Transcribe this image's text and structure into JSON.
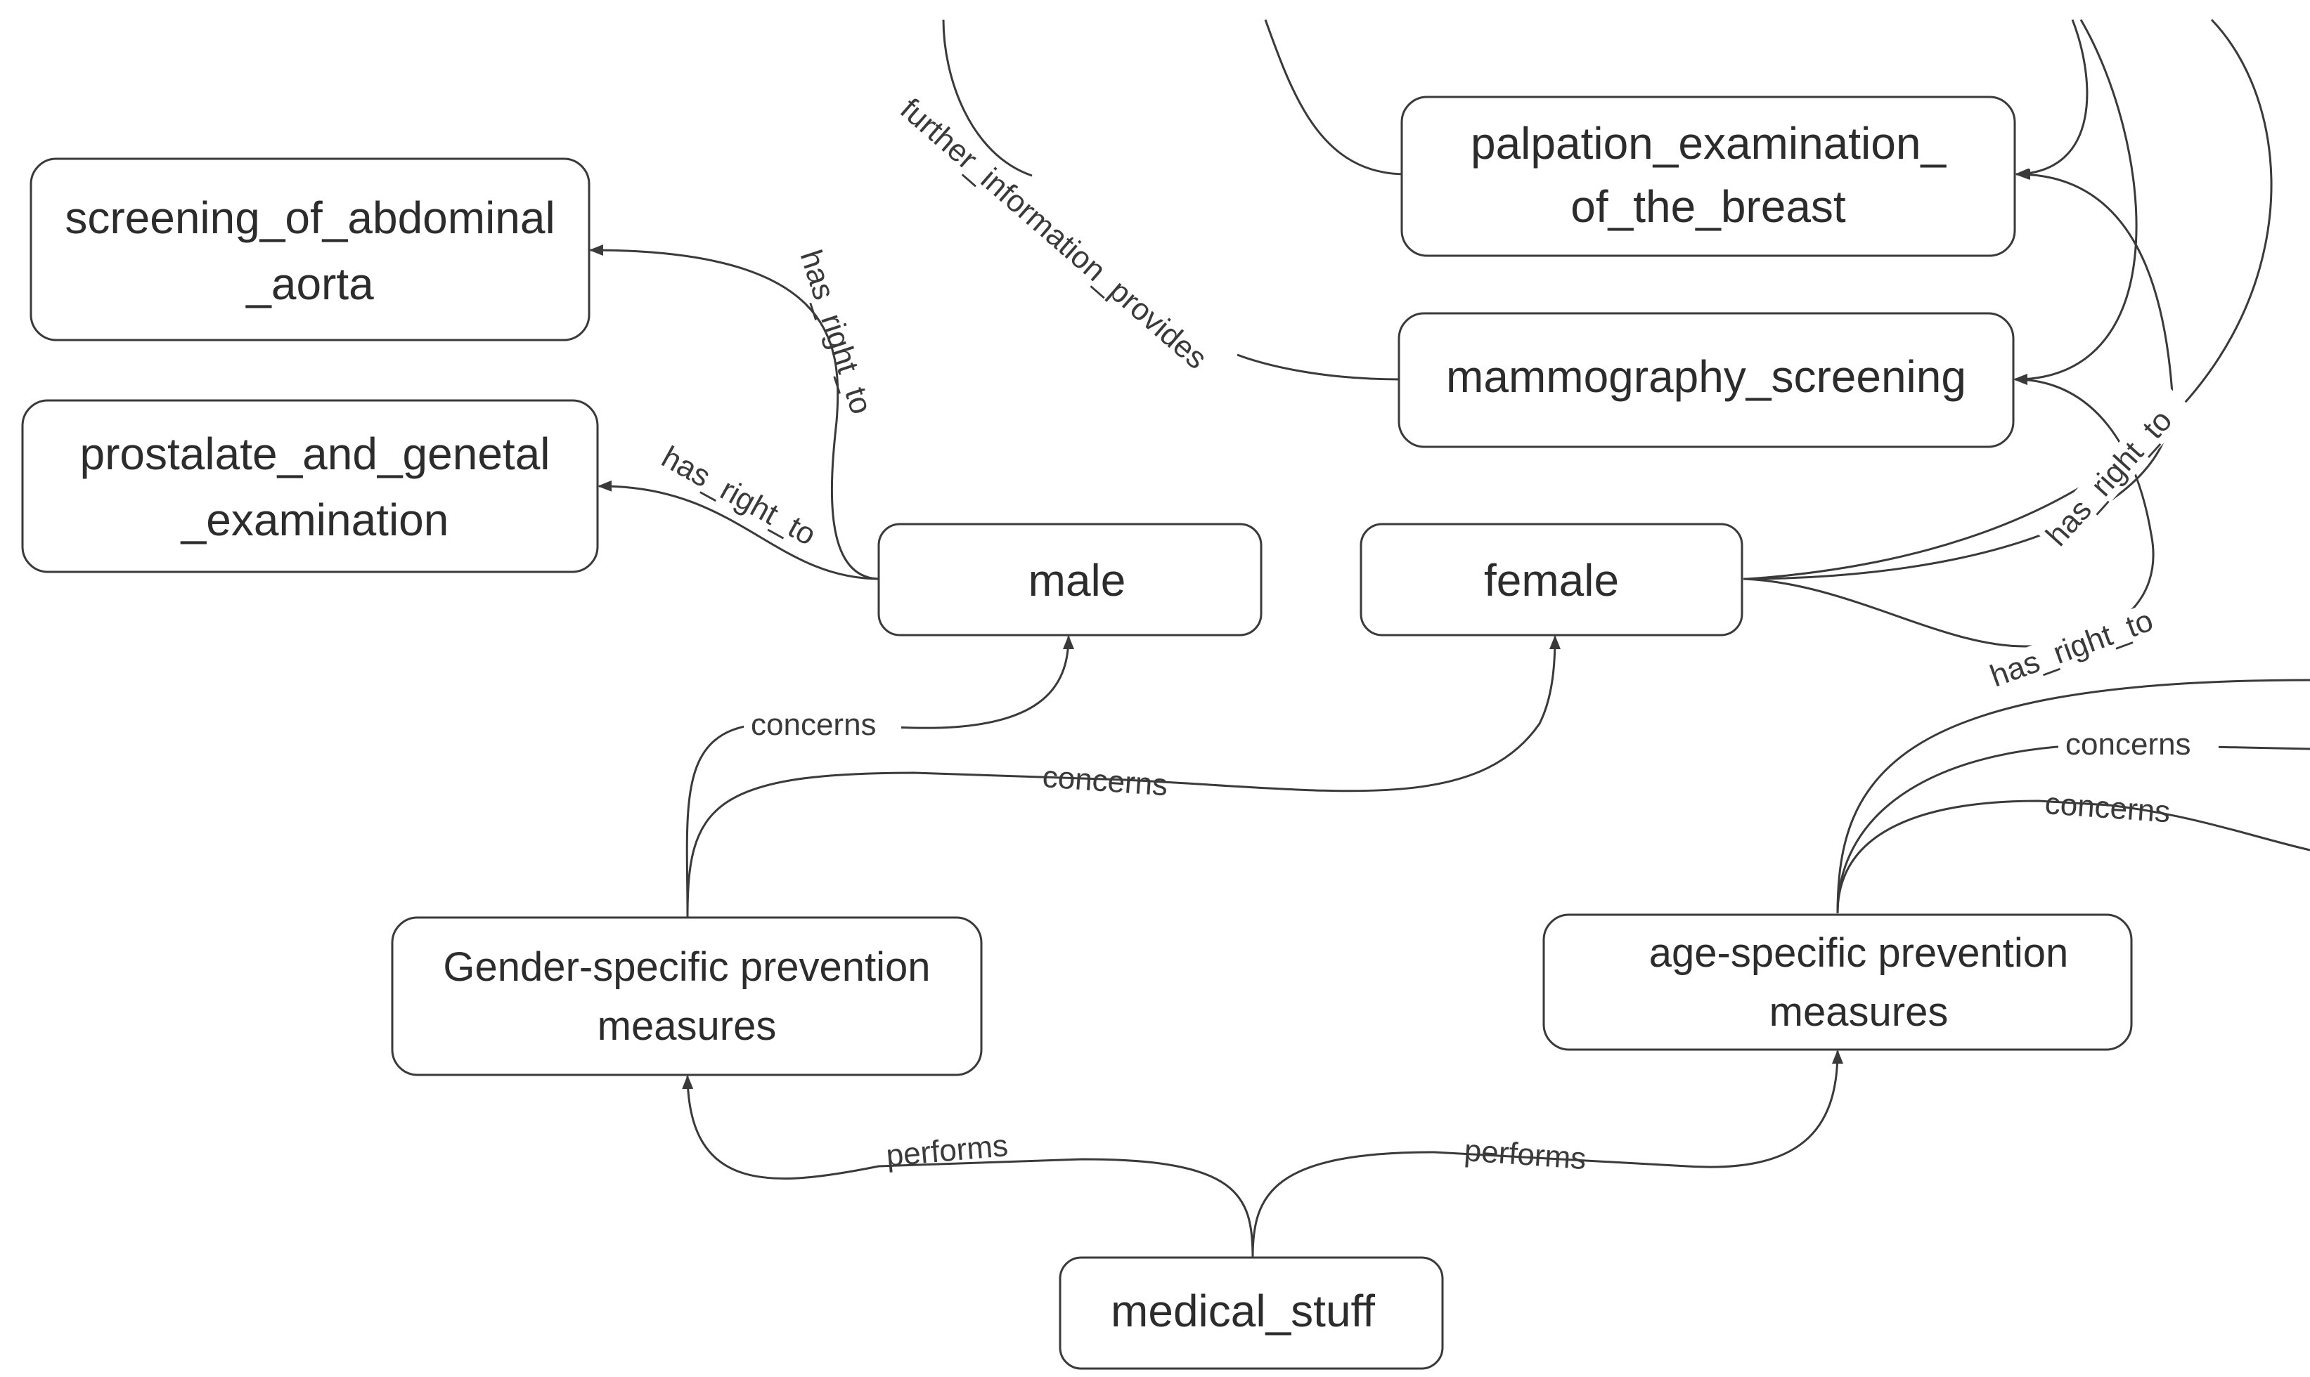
{
  "nodes": {
    "screening_aorta": {
      "lines": [
        "screening_of_abdominal",
        "_aorta"
      ]
    },
    "prostalate_exam": {
      "lines": [
        "prostalate_and_genetal",
        "_examination"
      ]
    },
    "palpation_breast": {
      "lines": [
        "palpation_examination_",
        "of_the_breast"
      ]
    },
    "mammography": {
      "lines": [
        "mammography_screening"
      ]
    },
    "male": {
      "lines": [
        "male"
      ]
    },
    "female": {
      "lines": [
        "female"
      ]
    },
    "gender_prevention": {
      "lines": [
        "Gender-specific prevention",
        "measures"
      ]
    },
    "age_prevention": {
      "lines": [
        "age-specific prevention",
        "measures"
      ]
    },
    "medical_stuff": {
      "lines": [
        "medical_stuff"
      ]
    }
  },
  "edge_labels": {
    "male_aorta": "has_right_to",
    "male_prostalate": "has_right_to",
    "mammo_further": "further_information_provides",
    "female_palpation": "has_right_to",
    "female_mammo": "has_right_to",
    "gender_male": "concerns",
    "gender_female": "concerns",
    "age_offscreen_1": "concerns",
    "age_offscreen_2": "concerns",
    "medical_gender": "performs",
    "medical_age": "performs"
  }
}
